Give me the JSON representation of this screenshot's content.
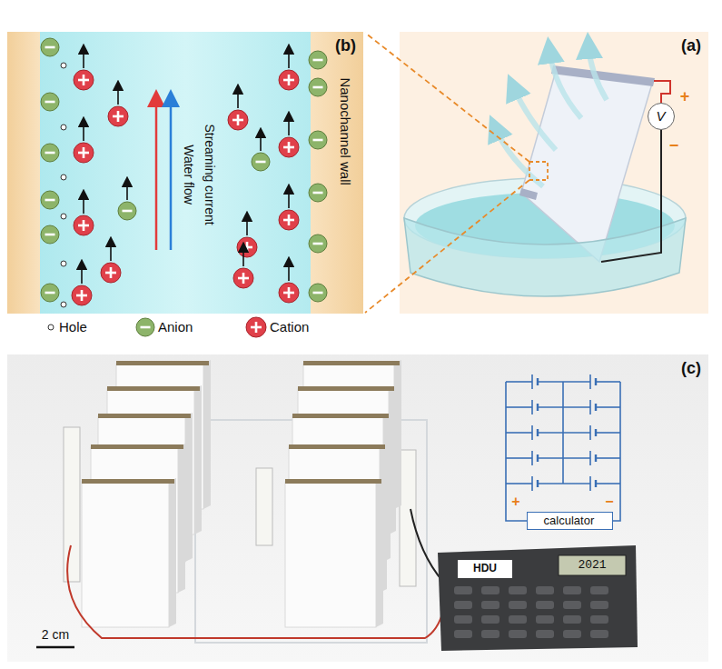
{
  "diagram": {
    "nodes": [
      {
        "text": [
          "(b)"
        ]
      },
      {
        "text": [
          "(a)"
        ]
      },
      {
        "text": [
          "(c)"
        ]
      },
      {
        "text": [
          "V"
        ],
        "in": 1
      },
      {
        "text": [
          "calculator"
        ],
        "in": 2
      }
    ],
    "labels": [
      "Nanochannel wall",
      "Water flow",
      "Streaming current",
      "+",
      "−",
      "+",
      "−",
      "HDU",
      "2021",
      "2 cm"
    ],
    "legend": [
      {
        "text": "Cation"
      },
      {
        "text": "Anion"
      },
      {
        "text": "Hole"
      }
    ]
  }
}
